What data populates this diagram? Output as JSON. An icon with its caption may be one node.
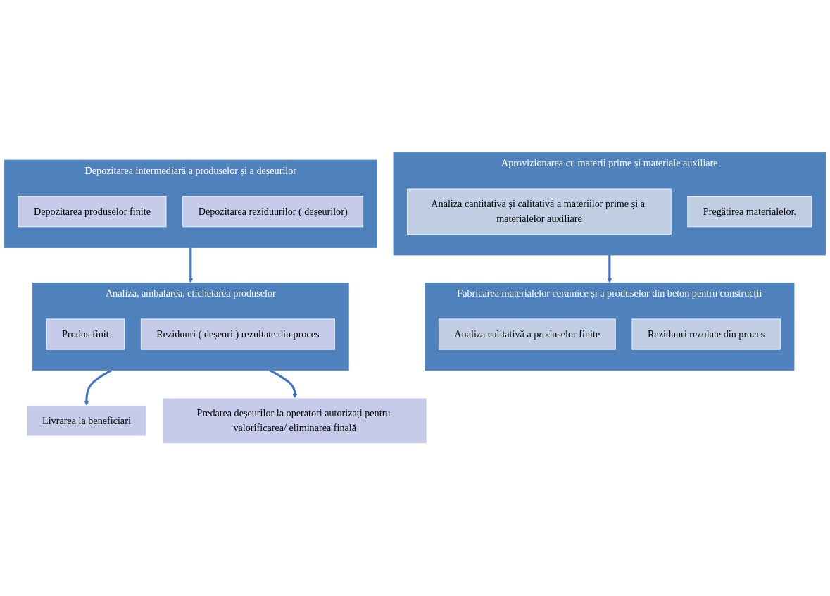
{
  "diagram": {
    "nodes": [
      {
        "text": [
          "Aprovizionarea cu materii prime și materiale auxiliare"
        ]
      },
      {
        "text": [
          "Analiza cantitativă și calitativă a materiilor prime și a materialelor auxiliare"
        ],
        "in": 0
      },
      {
        "text": [
          "Pregătirea materialelor."
        ],
        "in": 0
      },
      {
        "text": [
          "Fabricarea materialelor ceramice și a produselor din beton pentru construcții"
        ]
      },
      {
        "text": [
          "Analiza calitativă a produselor finite"
        ],
        "in": 3
      },
      {
        "text": [
          "Reziduuri rezulate din proces"
        ],
        "in": 3
      },
      {
        "text": [
          "Depozitarea intermediară a produselor și a deșeurilor"
        ]
      },
      {
        "text": [
          "Depozitarea produselor finite"
        ],
        "in": 6
      },
      {
        "text": [
          "Depozitarea reziduurilor ( deșeurilor)"
        ],
        "in": 6
      },
      {
        "text": [
          "Analiza, ambalarea, etichetarea produselor"
        ]
      },
      {
        "text": [
          "Produs finit"
        ],
        "in": 9
      },
      {
        "text": [
          "Reziduuri ( deșeuri ) rezultate din proces"
        ],
        "in": 9
      },
      {
        "text": [
          "Livrarea la beneficiari"
        ]
      },
      {
        "text": [
          "Predarea deșeurilor la operatori autorizați pentru valorificarea/ eliminarea finală"
        ]
      }
    ],
    "edges": [
      {
        "from": 0,
        "to": 3,
        "arrow": "to"
      },
      {
        "from": 6,
        "to": 9,
        "arrow": "to"
      },
      {
        "from": 9,
        "to": 12,
        "arrow": "to"
      },
      {
        "from": 9,
        "to": 13,
        "arrow": "to"
      }
    ]
  }
}
